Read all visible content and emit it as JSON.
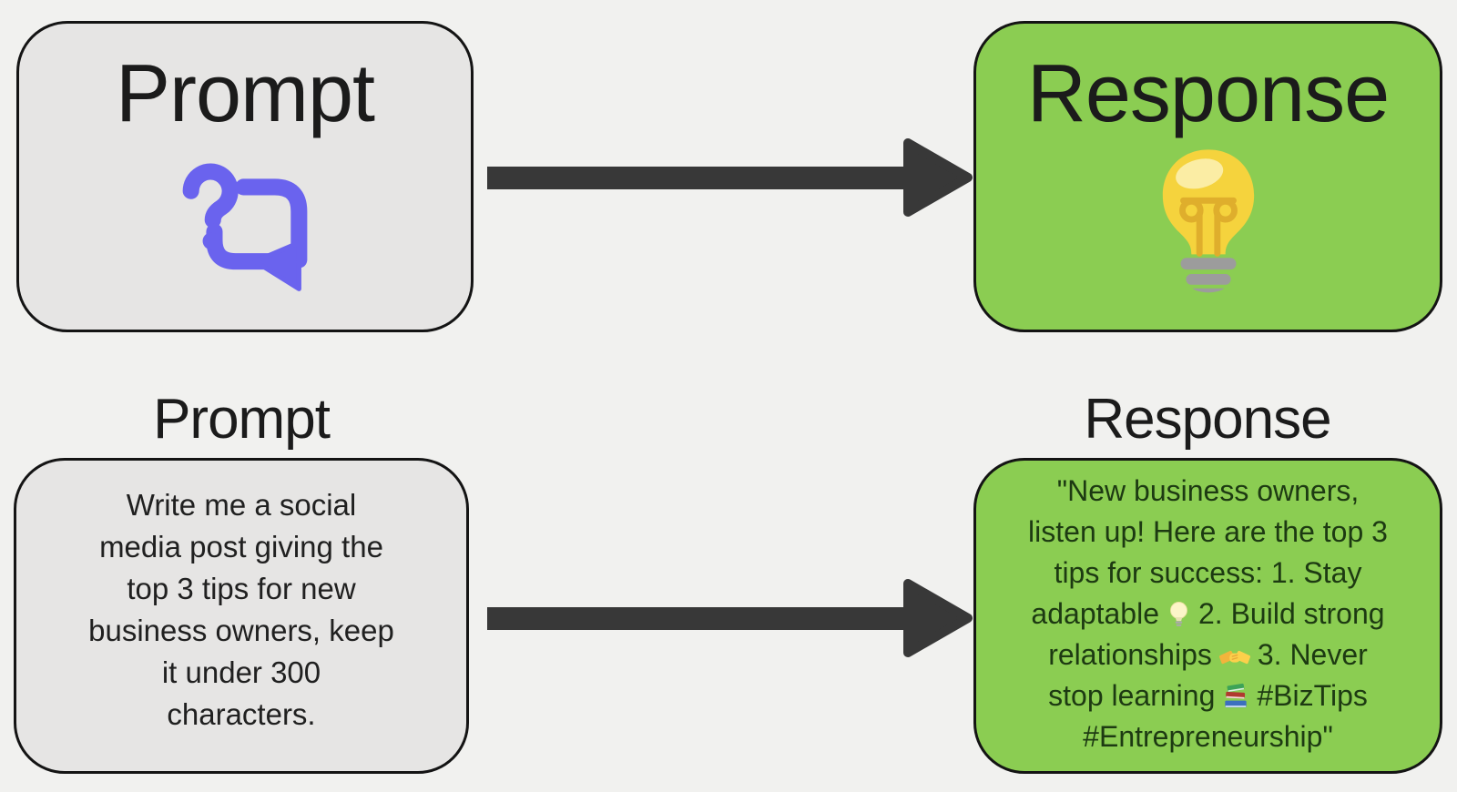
{
  "page": {
    "background_color": "#f1f1ef",
    "border_color": "#141414",
    "arrow_color": "#383838",
    "gray_box_color": "#e6e5e4",
    "green_box_color": "#8bcd52",
    "purple_icon_color": "#6a63ee",
    "heading_text_color": "#1b1b1b",
    "prompt_text_color": "#202020",
    "response_text_color": "#1d3a12"
  },
  "top_row": {
    "prompt_box": {
      "title": "Prompt",
      "icon": "question-chat-icon"
    },
    "arrow": "arrow-right",
    "response_box": {
      "title": "Response",
      "icon": "light-bulb-icon"
    }
  },
  "bottom_row": {
    "prompt": {
      "heading": "Prompt",
      "text": "Write me a social media post giving the top 3 tips for new business owners, keep it under 300 characters.",
      "lines": [
        "Write me a social",
        "media post giving the",
        "top 3 tips for new",
        "business owners, keep",
        "it under 300",
        "characters."
      ]
    },
    "arrow": "arrow-right",
    "response": {
      "heading": "Response",
      "text": "\"New business owners, listen up! Here are the top 3 tips for success: 1. Stay adaptable 💡 2. Build strong relationships 🤝 3. Never stop learning 📚 #BizTips #Entrepreneurship\"",
      "lines": [
        [
          {
            "t": "\"New business owners,"
          }
        ],
        [
          {
            "t": "listen up! Here are the top 3"
          }
        ],
        [
          {
            "t": "tips for success: 1. Stay"
          }
        ],
        [
          {
            "t": "adaptable"
          },
          {
            "e": "light-bulb-emoji"
          },
          {
            "t": "2. Build strong"
          }
        ],
        [
          {
            "t": "relationships"
          },
          {
            "e": "handshake-emoji"
          },
          {
            "t": "3. Never"
          }
        ],
        [
          {
            "t": "stop learning"
          },
          {
            "e": "books-emoji"
          },
          {
            "t": "#BizTips"
          }
        ],
        [
          {
            "t": "#Entrepreneurship\""
          }
        ]
      ],
      "emojis": [
        "light-bulb-emoji",
        "handshake-emoji",
        "books-emoji"
      ]
    }
  }
}
